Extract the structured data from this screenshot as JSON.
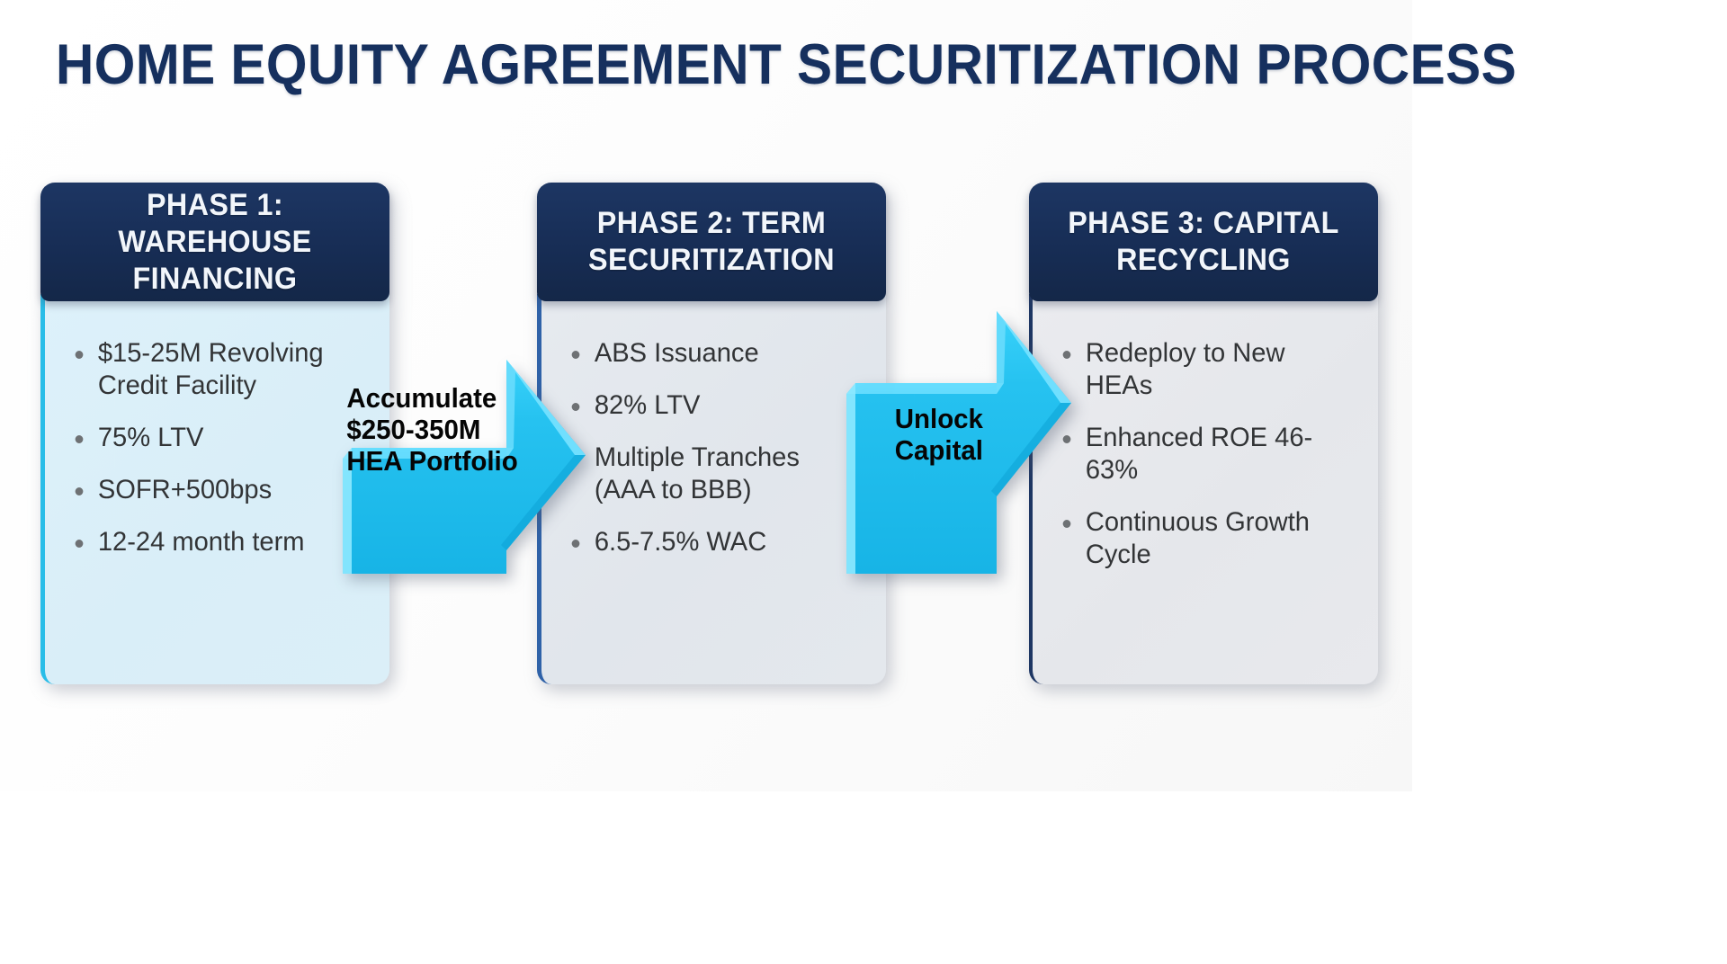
{
  "page": {
    "title": "HOME EQUITY AGREEMENT SECURITIZATION PROCESS",
    "background_color": "#ffffff",
    "navy": "#16305e",
    "cyan": "#29c3f0"
  },
  "phases": [
    {
      "header": "PHASE 1: WAREHOUSE FINANCING",
      "accent_color": "#29bde8",
      "body_color": "#dcf0f9",
      "bullets": [
        "$15-25M Revolving Credit Facility",
        "75% LTV",
        "SOFR+500bps",
        "12-24 month term"
      ]
    },
    {
      "header": "PHASE 2: TERM SECURITIZATION",
      "accent_color": "#2f62a8",
      "body_color": "#e3e8ee",
      "bullets": [
        "ABS Issuance",
        "82% LTV",
        "Multiple Tranches (AAA to BBB)",
        "6.5-7.5% WAC"
      ]
    },
    {
      "header": "PHASE 3: CAPITAL RECYCLING",
      "accent_color": "#1d3663",
      "body_color": "#e9eaee",
      "bullets": [
        "Redeploy to New HEAs",
        "Enhanced ROE 46-63%",
        "Continuous Growth Cycle"
      ]
    }
  ],
  "arrows": [
    {
      "label": "Accumulate\n$250-350M\nHEA Portfolio",
      "color": "#29c3f0"
    },
    {
      "label": "Unlock\nCapital",
      "color": "#29c3f0"
    }
  ]
}
